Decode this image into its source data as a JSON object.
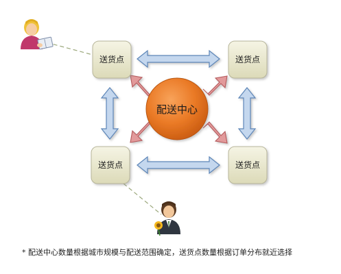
{
  "center": {
    "label": "配送中心"
  },
  "nodes": {
    "top_left": {
      "label": "送货点"
    },
    "top_right": {
      "label": "送货点"
    },
    "bottom_left": {
      "label": "送货点"
    },
    "bottom_right": {
      "label": "送货点"
    }
  },
  "caption": "* 配送中心数量根据城市规模与配送范围确定，送货点数量根据订单分布就近选择",
  "colors": {
    "center_fill": "#e8731f",
    "node_fill": "#ecebd2",
    "node_stroke": "#b7b59a",
    "blue_arrow": "#bfd3ea",
    "red_arrow": "#e0999a"
  },
  "icons": [
    "woman-reading-icon",
    "man-with-flower-icon"
  ]
}
